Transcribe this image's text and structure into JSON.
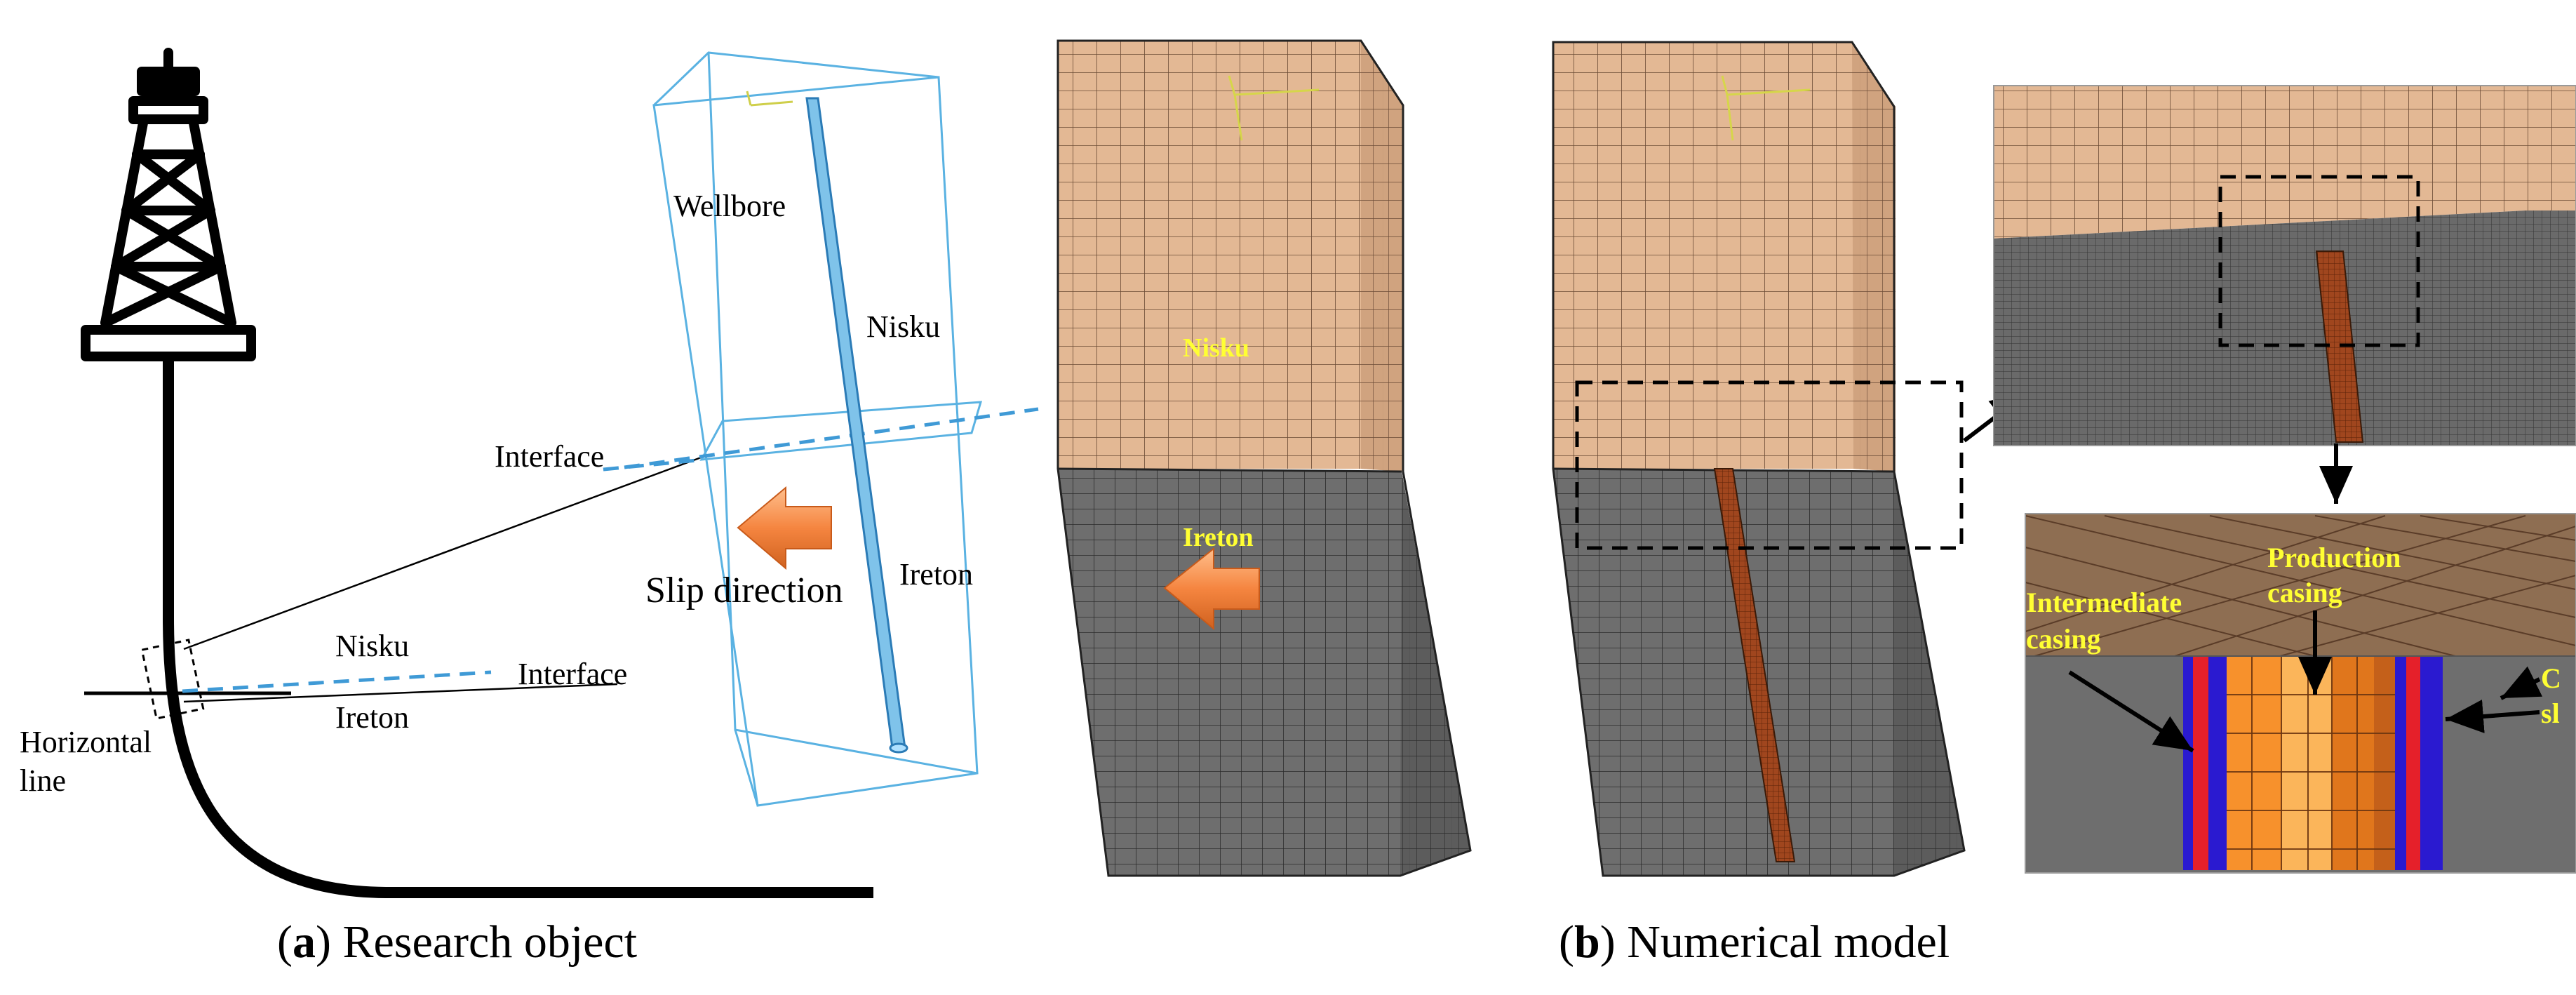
{
  "panel_a": {
    "caption": {
      "letter": "a",
      "text": " Research object"
    },
    "left_labels": {
      "nisku": "Nisku",
      "interface": "Interface",
      "ireton": "Ireton",
      "horizontal_line_1": "Horizontal",
      "horizontal_line_2": "line"
    },
    "box_labels": {
      "wellbore": "Wellbore",
      "nisku": "Nisku",
      "interface": "Interface",
      "slip_direction": "Slip direction",
      "ireton": "Ireton"
    },
    "mesh_labels": {
      "nisku": "Nisku",
      "ireton": "Ireton"
    }
  },
  "panel_b": {
    "caption": {
      "letter": "b",
      "text": " Numerical model"
    },
    "zoom_labels": {
      "production_1": "Production",
      "production_2": "casing",
      "intermediate_1": "Intermediate",
      "intermediate_2": "casing",
      "cut_1": "C",
      "cut_2": "sl"
    }
  },
  "colors": {
    "nisku": "#e3b894",
    "ireton": "#6e6e6e",
    "mesh_line": "#3a3a3a",
    "arrow_orange": "#f08a4b",
    "wellbore_blue": "#3b8ac4",
    "yellow_label": "#ffff33",
    "casing_orange": "#f7912c",
    "casing_red": "#e5202a",
    "casing_blue": "#2a1ad0"
  }
}
